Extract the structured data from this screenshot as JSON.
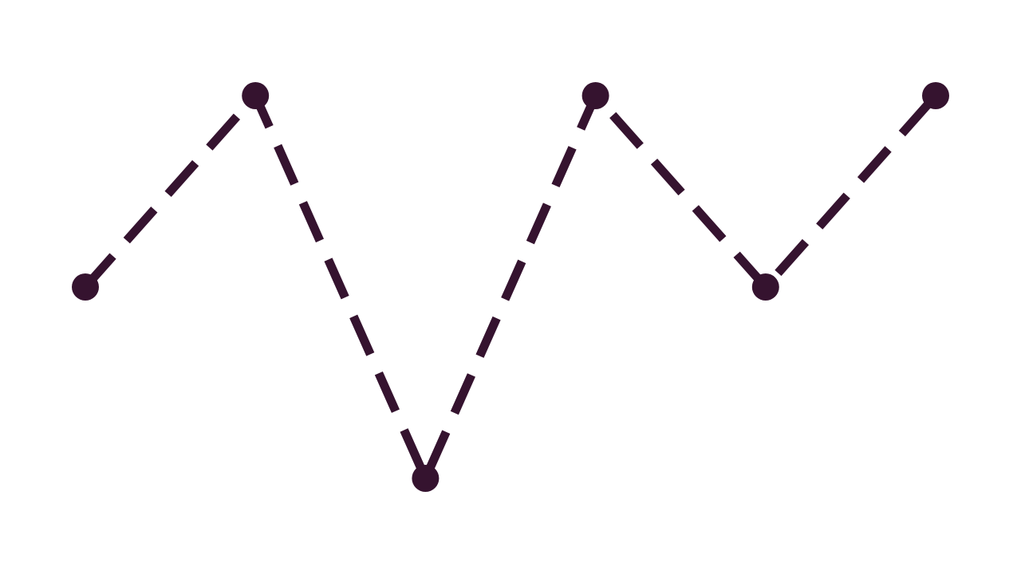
{
  "chart_data": {
    "type": "line",
    "x": [
      0,
      1,
      2,
      3,
      4,
      5
    ],
    "series": [
      {
        "values": [
          1,
          2,
          0,
          2,
          1,
          2
        ]
      }
    ],
    "ylim": [
      0,
      2
    ],
    "line_style": "dashed",
    "markers": true,
    "grid": false,
    "axes_visible": false,
    "colors": {
      "line": "#35132f",
      "marker": "#35132f",
      "background": "#ffffff"
    }
  }
}
